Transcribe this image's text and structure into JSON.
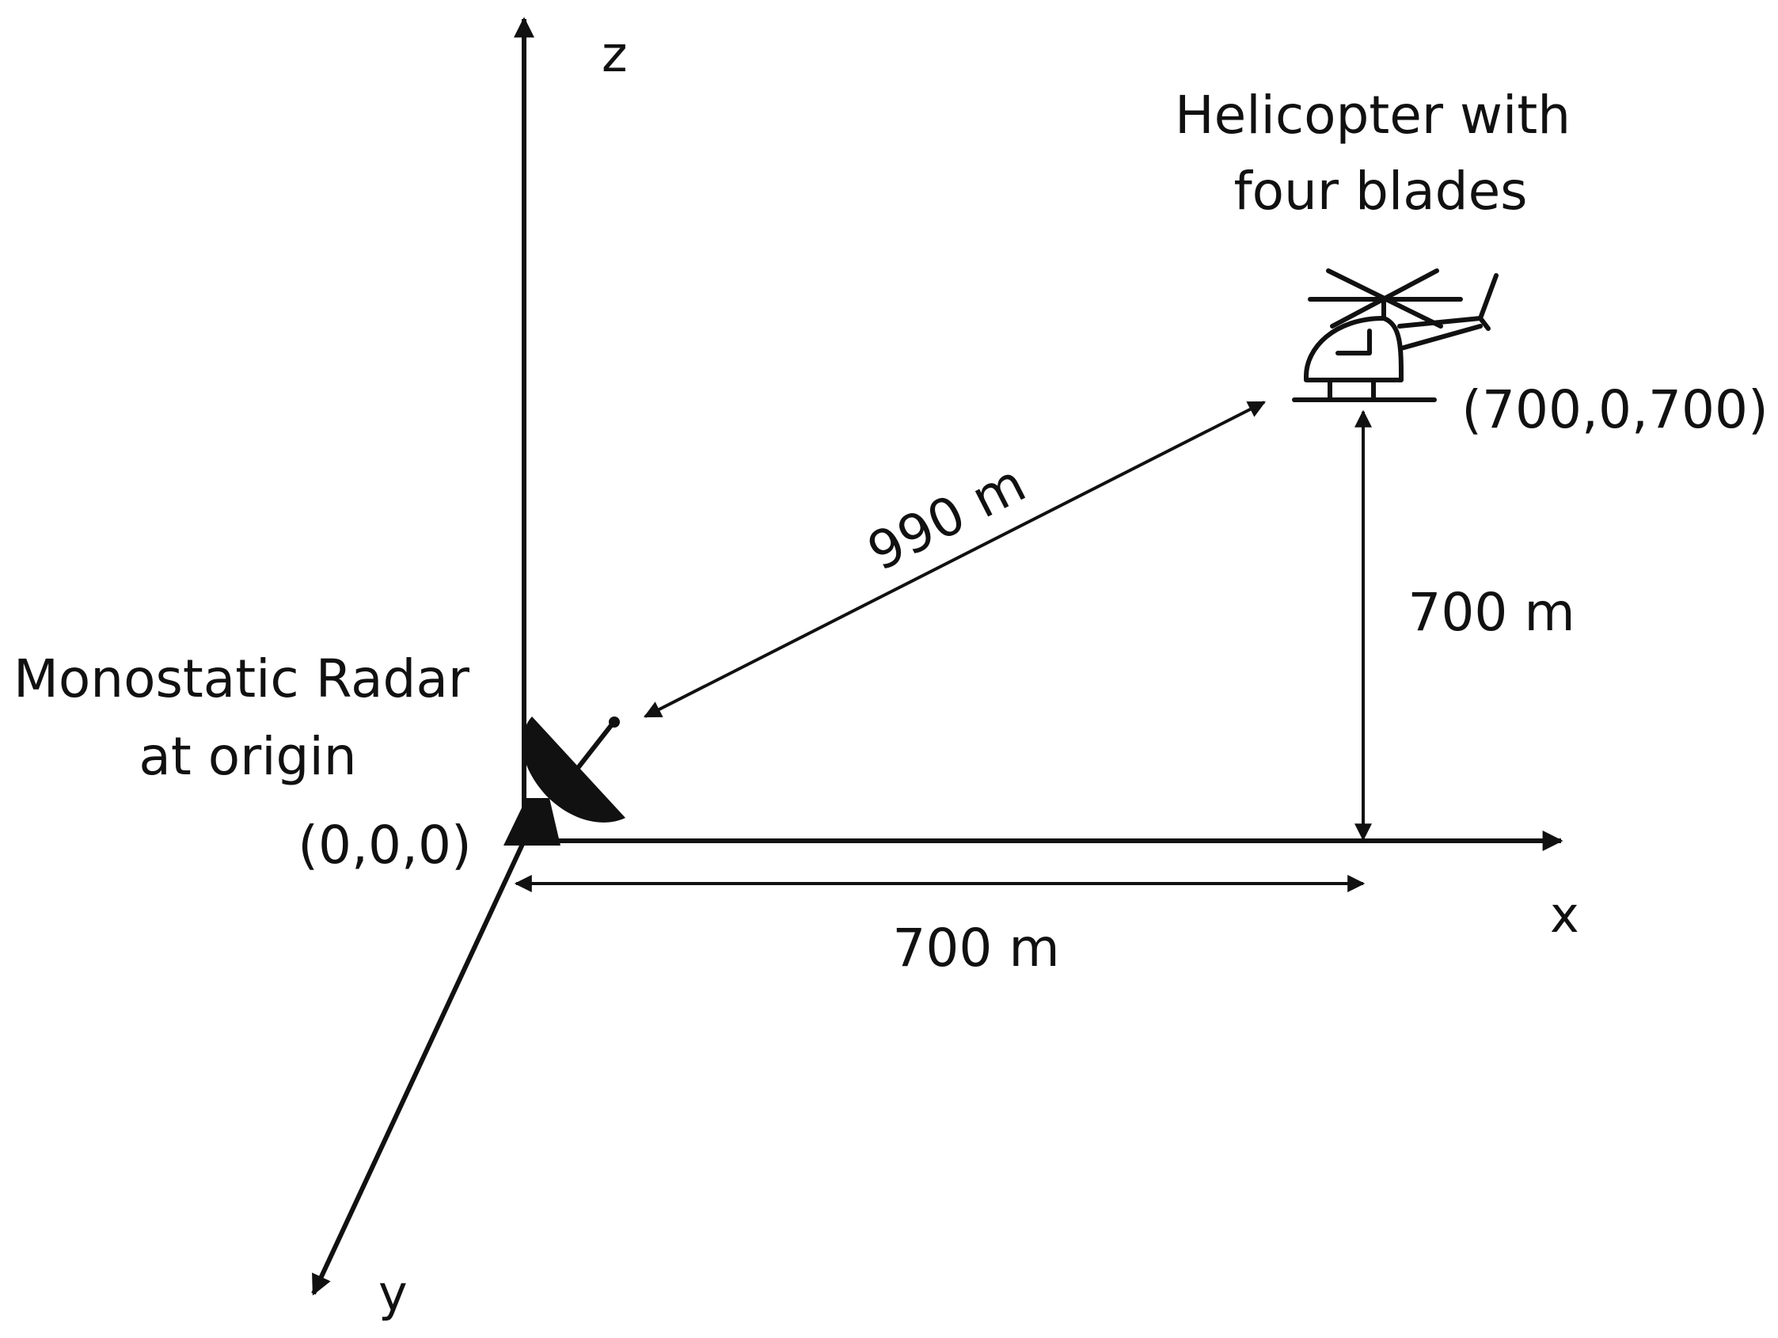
{
  "axes": {
    "x": "x",
    "y": "y",
    "z": "z"
  },
  "radar": {
    "label_line1": "Monostatic Radar",
    "label_line2": "at origin",
    "coords": "(0,0,0)",
    "icon": "satellite-dish-icon"
  },
  "helicopter": {
    "label_line1": "Helicopter with",
    "label_line2": "four blades",
    "coords": "(700,0,700)",
    "icon": "helicopter-icon"
  },
  "distances": {
    "slant_range": "990 m",
    "altitude": "700 m",
    "ground_range": "700 m"
  }
}
